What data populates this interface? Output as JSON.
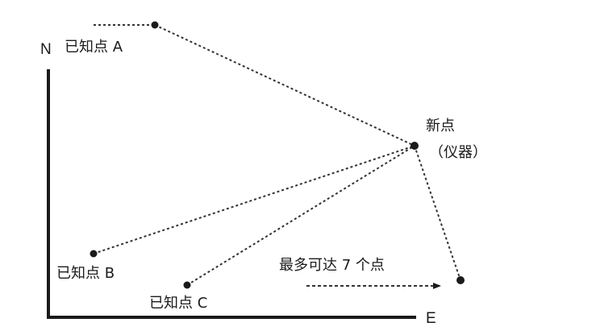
{
  "axes": {
    "north_label": "N",
    "east_label": "E"
  },
  "points": {
    "known_a": "已知点 A",
    "known_b": "已知点 B",
    "known_c": "已知点 C",
    "new_point": "新点",
    "new_point_note": "（仪器）"
  },
  "annotation": {
    "max_reach": "最多可达 7 个点"
  },
  "colors": {
    "ink": "#1a1a1a"
  }
}
